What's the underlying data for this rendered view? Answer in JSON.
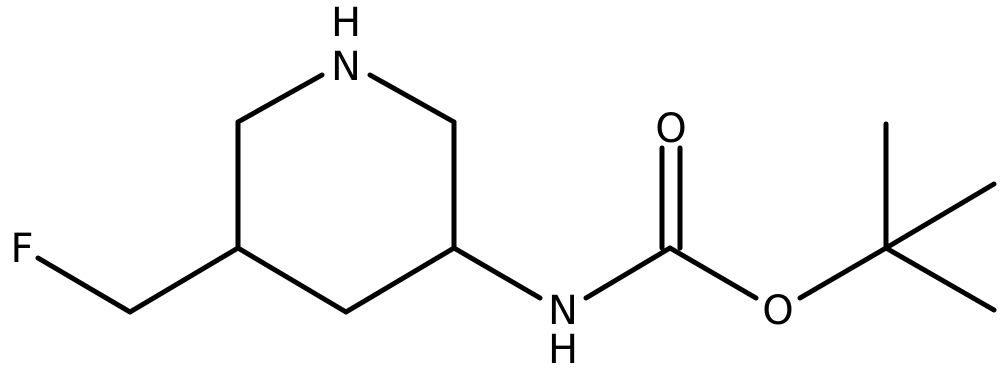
{
  "molecule": {
    "atoms": {
      "ring_nh_n": "N",
      "ring_nh_h": "H",
      "fluorine": "F",
      "amide_n": "N",
      "amide_h": "H",
      "carbonyl_o": "O",
      "ester_o": "O"
    },
    "colors": {
      "bond": "#000000",
      "label": "#000000",
      "background": "#ffffff"
    }
  }
}
